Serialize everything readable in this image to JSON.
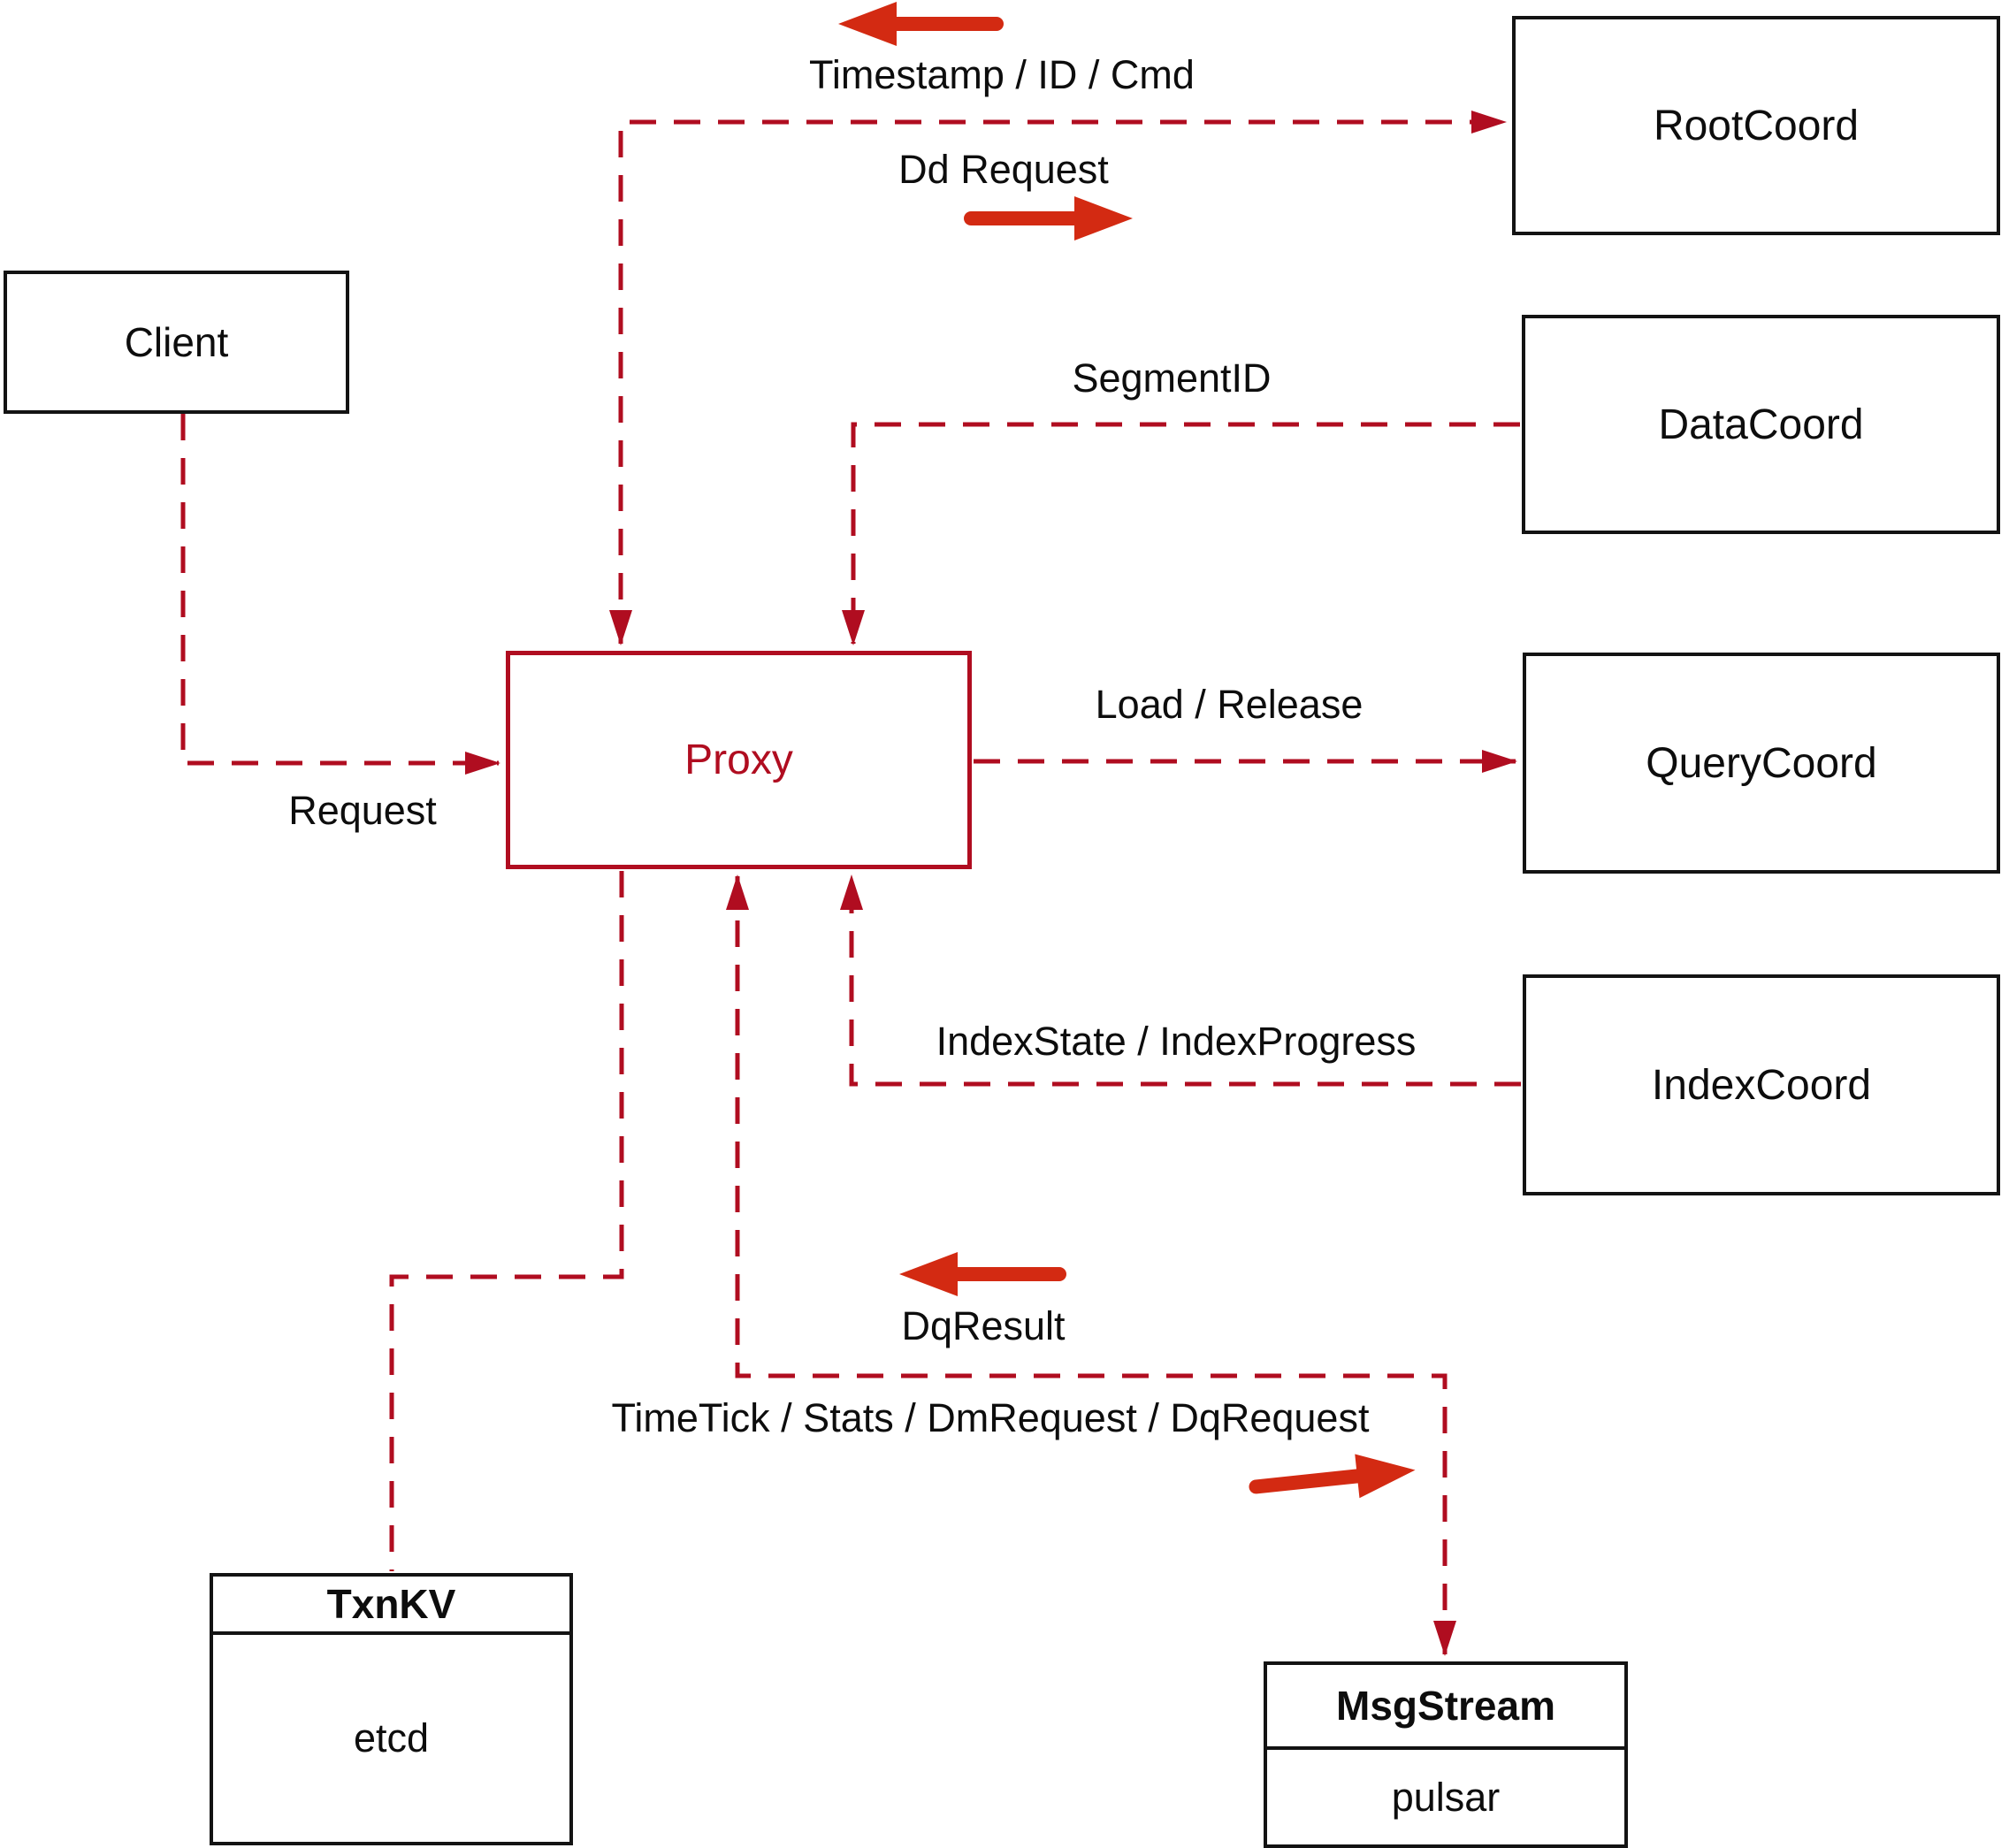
{
  "diagram": {
    "title_hint": "Milvus proxy architecture diagram",
    "colors": {
      "line_red": "#b00d20",
      "arrow_red": "#d32a12",
      "box_border": "#131313",
      "text": "#0d0d0d"
    },
    "nodes": {
      "client": {
        "label": "Client"
      },
      "proxy": {
        "label": "Proxy"
      },
      "rootcoord": {
        "label": "RootCoord"
      },
      "datacoord": {
        "label": "DataCoord"
      },
      "querycoord": {
        "label": "QueryCoord"
      },
      "indexcoord": {
        "label": "IndexCoord"
      },
      "txnkv": {
        "title": "TxnKV",
        "subtitle": "etcd"
      },
      "msgstream": {
        "title": "MsgStream",
        "subtitle": "pulsar"
      }
    },
    "edge_labels": {
      "timestamp": "Timestamp / ID / Cmd",
      "dd_request": "Dd Request",
      "segment_id": "SegmentID",
      "request": "Request",
      "load_release": "Load / Release",
      "index_state": "IndexState / IndexProgress",
      "dq_result": "DqResult",
      "time_tick": "TimeTick / Stats / DmRequest / DqRequest"
    }
  }
}
